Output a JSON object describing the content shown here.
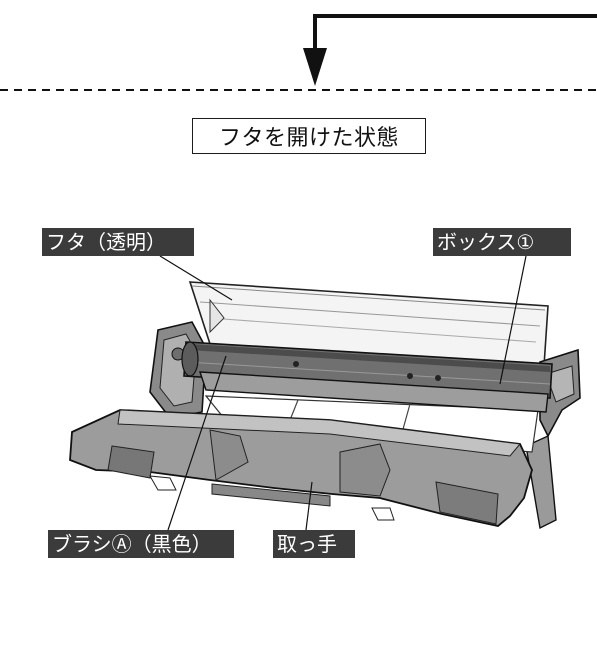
{
  "caption": "フタを開けた状態",
  "labels": {
    "lid": "フタ（透明）",
    "box": "ボックス①",
    "brush": "ブラシⒶ（黒色）",
    "handle": "取っ手"
  },
  "colors": {
    "label_background": "#3b3b3b",
    "label_text": "#ffffff",
    "line": "#111111",
    "part_dark": "#7a7a7a",
    "part_mid": "#a3a3a3",
    "part_light": "#c4c4c4",
    "lid_fill": "#f4f4f4"
  }
}
